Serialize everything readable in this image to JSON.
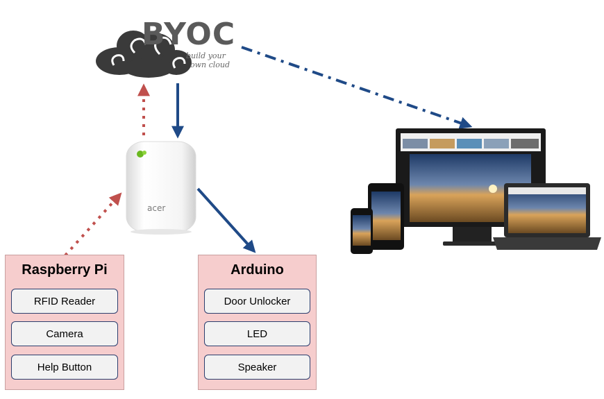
{
  "logo": {
    "title": "BYOC",
    "tagline_line1": "build your",
    "tagline_line2": "own cloud",
    "color": "#5a5a5a"
  },
  "device": {
    "brand": "acer",
    "accent_color": "#6ab820"
  },
  "groups": {
    "raspberry_pi": {
      "title": "Raspberry Pi",
      "modules": [
        "RFID Reader",
        "Camera",
        "Help Button"
      ]
    },
    "arduino": {
      "title": "Arduino",
      "modules": [
        "Door Unlocker",
        "LED",
        "Speaker"
      ]
    }
  },
  "colors": {
    "arrow_solid": "#1f4a87",
    "arrow_dotted": "#c0504d",
    "box_fill": "#f6cdcd",
    "module_border": "#2c3e6e"
  }
}
